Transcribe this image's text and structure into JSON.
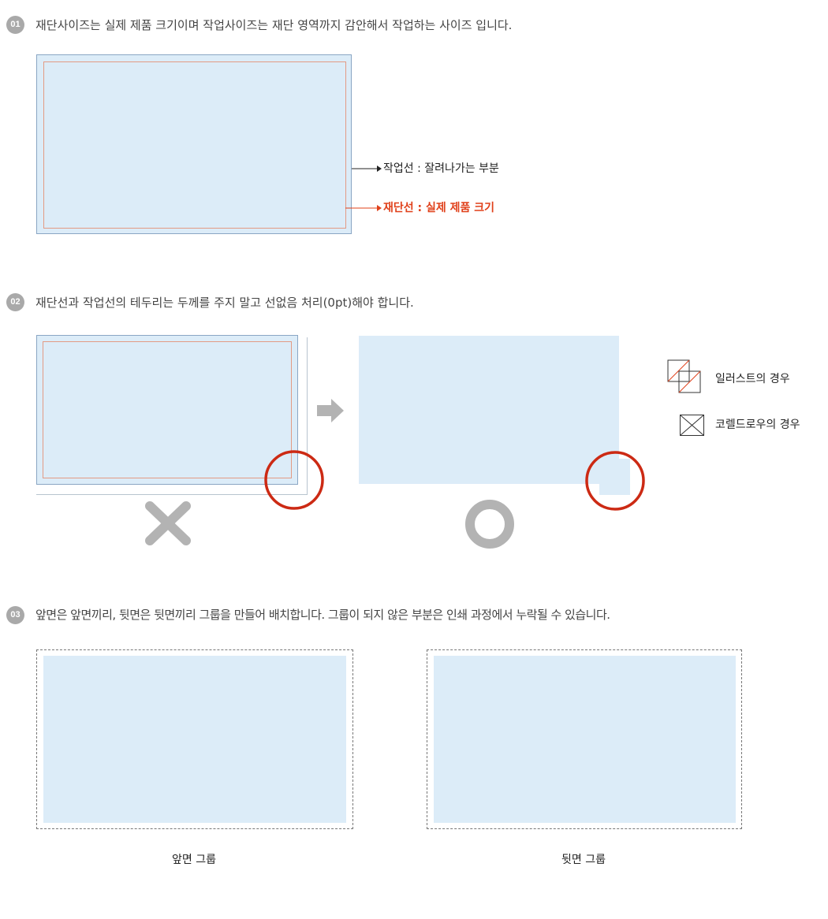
{
  "section1": {
    "number": "01",
    "text": "재단사이즈는 실제 제품 크기이며 작업사이즈는 재단 영역까지 감안해서 작업하는 사이즈 입니다.",
    "work_line_label": "작업선 : 잘려나가는 부분",
    "cut_line_label": "재단선 : 실제 제품 크기",
    "cut_line_color": "#e0401a"
  },
  "section2": {
    "number": "02",
    "text": "재단선과 작업선의 테두리는 두께를 주지 말고 선없음 처리(0pt)해야 합니다.",
    "legend_illustrator": "일러스트의 경우",
    "legend_coreldraw": "코렐드로우의 경우"
  },
  "section3": {
    "number": "03",
    "text": "앞면은 앞면끼리, 뒷면은 뒷면끼리 그룹을 만들어 배치합니다. 그룹이 되지 않은 부분은 인쇄 과정에서 누락될 수 있습니다.",
    "front_caption": "앞면 그룹",
    "back_caption": "뒷면 그룹"
  },
  "colors": {
    "fill_blue": "#dcecf8",
    "highlight_red": "#cc2a14",
    "marker_gray": "#b3b3b3"
  }
}
